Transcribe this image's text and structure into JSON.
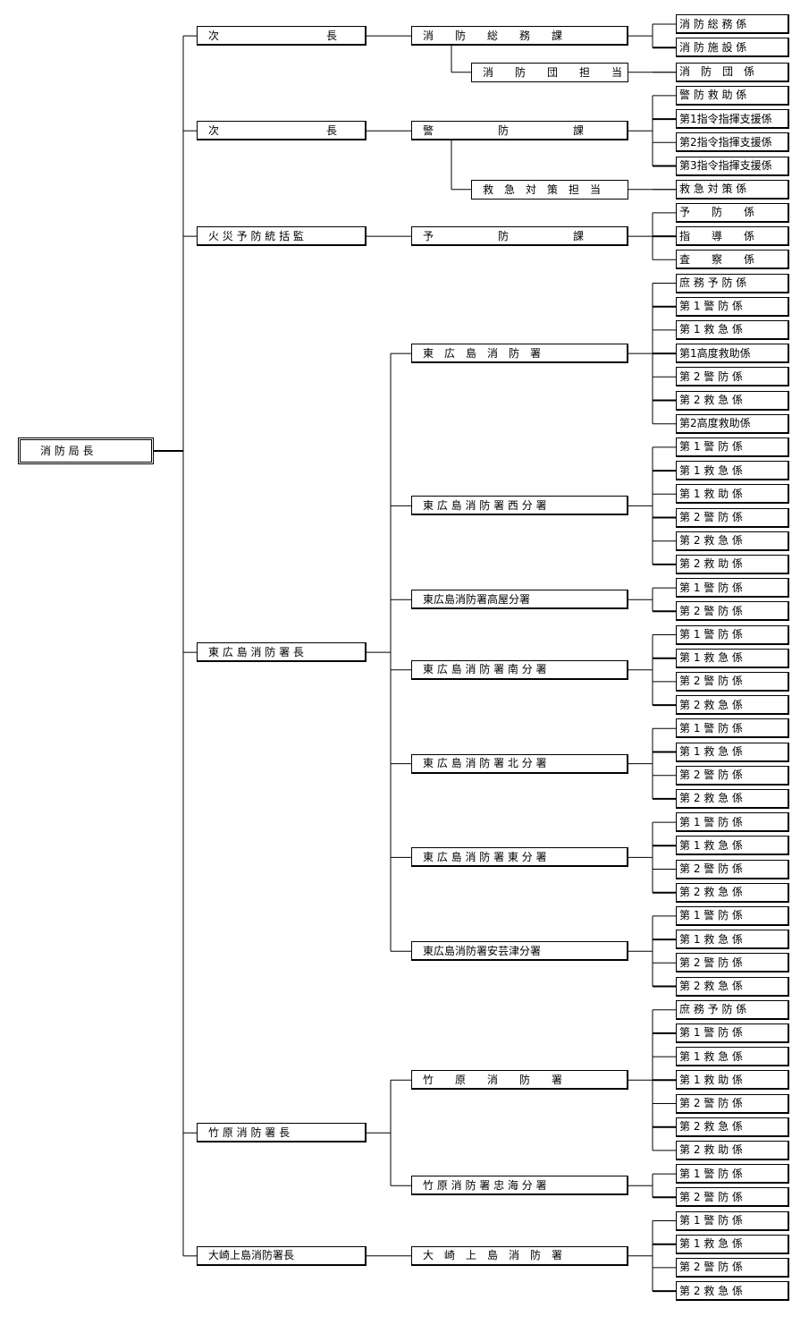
{
  "root": {
    "label": "消 防 局 長"
  },
  "branches": [
    {
      "label": "次　　　　　　　　　　長",
      "depts": [
        {
          "label": "消　　防　　総　　務　　課",
          "units": [
            "消 防 総 務 係",
            "消 防 施 設 係"
          ]
        },
        {
          "label": "消　　防　　団　　担　　当",
          "sub": true,
          "units": [
            "消　防　団　係"
          ]
        }
      ]
    },
    {
      "label": "次　　　　　　　　　　長",
      "depts": [
        {
          "label": "警　　　　　　防　　　　　　課",
          "units": [
            "警 防 救 助 係",
            "第1指令指揮支援係",
            "第2指令指揮支援係",
            "第3指令指揮支援係"
          ]
        },
        {
          "label": "救　急　対　策　担　当",
          "sub": true,
          "units": [
            "救 急 対 策 係"
          ]
        }
      ]
    },
    {
      "label": "火 災 予 防 統 括 監",
      "depts": [
        {
          "label": "予　　　　　　防　　　　　　課",
          "units": [
            "予　　防　　係",
            "指　　導　　係",
            "査　　察　　係"
          ]
        }
      ]
    },
    {
      "label": "東 広 島 消 防 署 長",
      "depts": [
        {
          "label": "東　広　島　消　防　署",
          "units": [
            "庶 務 予 防 係",
            "第 1 警 防 係",
            "第 1 救 急 係",
            "第1高度救助係",
            "第 2 警 防 係",
            "第 2 救 急 係",
            "第2高度救助係"
          ]
        },
        {
          "label": "東 広 島 消 防 署 西 分 署",
          "units": [
            "第 1 警 防 係",
            "第 1 救 急 係",
            "第 1 救 助 係",
            "第 2 警 防 係",
            "第 2 救 急 係",
            "第 2 救 助 係"
          ]
        },
        {
          "label": "東広島消防署高屋分署",
          "units": [
            "第 1 警 防 係",
            "第 2 警 防 係"
          ]
        },
        {
          "label": "東 広 島 消 防 署 南 分 署",
          "units": [
            "第 1 警 防 係",
            "第 1 救 急 係",
            "第 2 警 防 係",
            "第 2 救 急 係"
          ]
        },
        {
          "label": "東 広 島 消 防 署 北 分 署",
          "units": [
            "第 1 警 防 係",
            "第 1 救 急 係",
            "第 2 警 防 係",
            "第 2 救 急 係"
          ]
        },
        {
          "label": "東 広 島 消 防 署 東 分 署",
          "units": [
            "第 1 警 防 係",
            "第 1 救 急 係",
            "第 2 警 防 係",
            "第 2 救 急 係"
          ]
        },
        {
          "label": "東広島消防署安芸津分署",
          "units": [
            "第 1 警 防 係",
            "第 1 救 急 係",
            "第 2 警 防 係",
            "第 2 救 急 係"
          ]
        }
      ]
    },
    {
      "label": "竹 原 消 防 署 長",
      "depts": [
        {
          "label": "竹　　原　　消　　防　　署",
          "units": [
            "庶 務 予 防 係",
            "第 1 警 防 係",
            "第 1 救 急 係",
            "第 1 救 助 係",
            "第 2 警 防 係",
            "第 2 救 急 係",
            "第 2 救 助 係"
          ]
        },
        {
          "label": "竹 原 消 防 署 忠 海 分 署",
          "units": [
            "第 1 警 防 係",
            "第 2 警 防 係"
          ]
        }
      ]
    },
    {
      "label": "大崎上島消防署長",
      "depts": [
        {
          "label": "大　崎　上　島　消　防　署",
          "units": [
            "第 1 警 防 係",
            "第 1 救 急 係",
            "第 2 警 防 係",
            "第 2 救 急 係"
          ]
        }
      ]
    }
  ]
}
